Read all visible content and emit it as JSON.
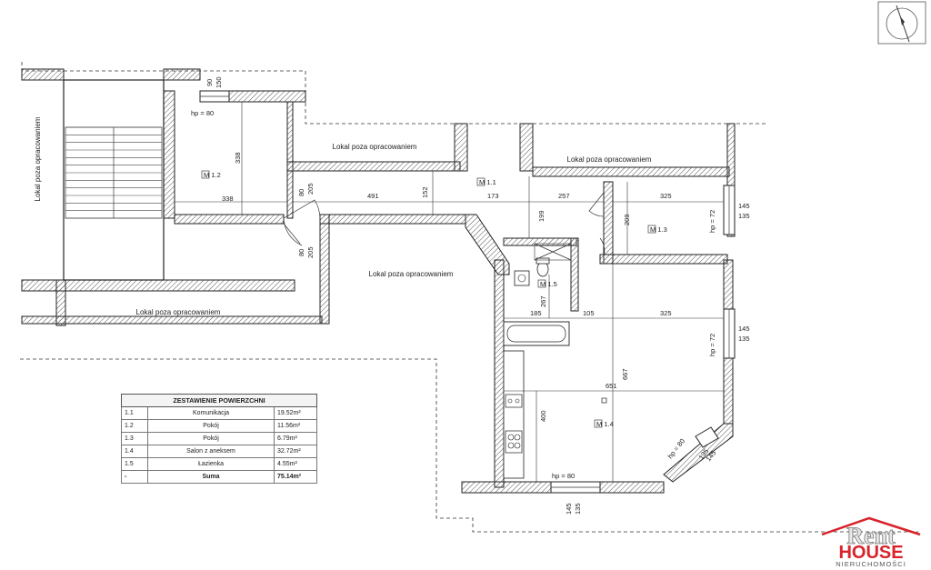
{
  "rooms": {
    "m11": "M 1.1",
    "m12": "M 1.2",
    "m13": "M 1.3",
    "m14": "M 1.4",
    "m15": "M 1.5"
  },
  "outside_labels": {
    "vertical_left": "Lokal poza opracowaniem",
    "top_center": "Lokal poza opracowaniem",
    "top_right": "Lokal poza opracowaniem",
    "middle": "Lokal poza opracowaniem",
    "bottom_left": "Lokal poza opracowaniem"
  },
  "dimensions": {
    "d90": "90",
    "d150": "150",
    "hp80_top": "hp = 80",
    "d338_v": "338",
    "d338_h": "338",
    "d80_a": "80",
    "d205_a": "205",
    "d80_b": "80",
    "d205_b": "205",
    "d491": "491",
    "d152": "152",
    "d173": "173",
    "d257": "257",
    "d199": "199",
    "d325_top": "325",
    "d209": "209",
    "hp72_top": "hp = 72",
    "d145_a": "145",
    "d135_a": "135",
    "d267": "267",
    "d185": "185",
    "d105": "105",
    "d325_mid": "325",
    "hp72_mid": "hp = 72",
    "d145_b": "145",
    "d135_b": "135",
    "d667": "667",
    "d651": "651",
    "d400": "400",
    "hp80_right": "hp = 80",
    "d135_c": "135",
    "d145_c": "145",
    "hp80_bottom": "hp = 80",
    "d145_d": "145",
    "d135_d": "135"
  },
  "summary": {
    "title": "ZESTAWIENIE POWIERZCHNI",
    "rows": [
      {
        "no": "1.1",
        "name": "Komunikacja",
        "area": "19.52m²"
      },
      {
        "no": "1.2",
        "name": "Pokój",
        "area": "11.56m²"
      },
      {
        "no": "1.3",
        "name": "Pokój",
        "area": "6.79m²"
      },
      {
        "no": "1.4",
        "name": "Salon z aneksem",
        "area": "32.72m²"
      },
      {
        "no": "1.5",
        "name": "Łazienka",
        "area": "4.55m²"
      }
    ],
    "total": {
      "no": "-",
      "name": "Suma",
      "area": "75.14m²"
    }
  },
  "logo": {
    "rent": "Rent",
    "house": "HOUSE",
    "sub": "NIERUCHOMOŚCI",
    "accent": "#d8232a"
  }
}
